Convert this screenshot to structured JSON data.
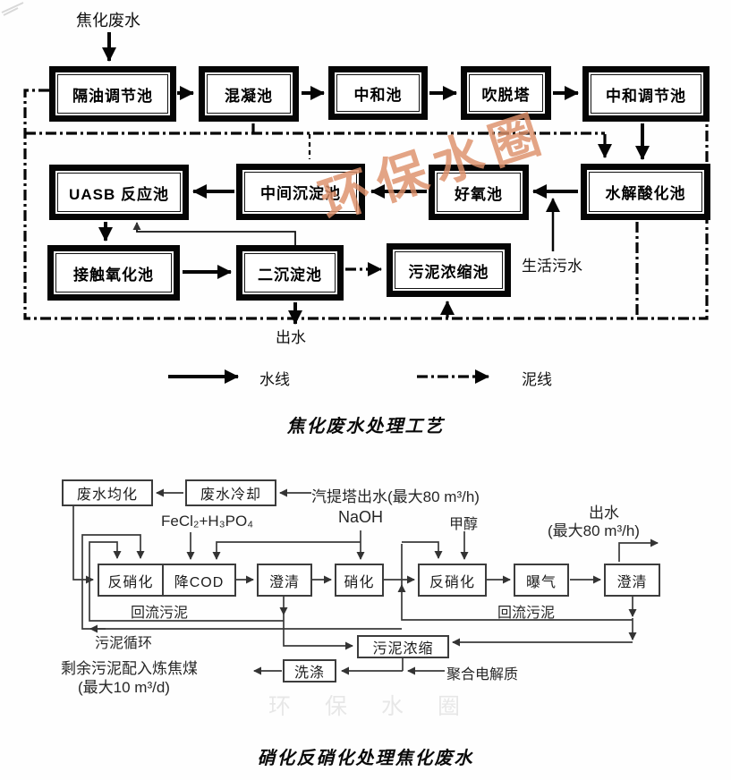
{
  "watermark": {
    "text": "环保水圈",
    "color": "#dd906a"
  },
  "diagram1": {
    "title": "焦化废水处理工艺",
    "influent_label": "焦化废水",
    "effluent_label": "出水",
    "sewage_label": "生活污水",
    "legend": {
      "water_line": "水线",
      "sludge_line": "泥线"
    },
    "nodes": [
      {
        "id": "oil-separation-tank",
        "label": "隔油调节池"
      },
      {
        "id": "coagulation-tank",
        "label": "混凝池"
      },
      {
        "id": "neutralization-tank",
        "label": "中和池"
      },
      {
        "id": "stripping-tower",
        "label": "吹脱塔"
      },
      {
        "id": "neutralization-regulating-tank",
        "label": "中和调节池"
      },
      {
        "id": "uasb-reactor",
        "label": "UASB 反应池"
      },
      {
        "id": "intermediate-settling-tank",
        "label": "中间沉淀池"
      },
      {
        "id": "aerobic-tank",
        "label": "好氧池"
      },
      {
        "id": "hydrolysis-acidification-tank",
        "label": "水解酸化池"
      },
      {
        "id": "contact-oxidation-tank",
        "label": "接触氧化池"
      },
      {
        "id": "secondary-settling-tank",
        "label": "二沉淀池"
      },
      {
        "id": "sludge-thickening-tank",
        "label": "污泥浓缩池"
      }
    ]
  },
  "diagram2": {
    "title": "硝化反硝化处理焦化废水",
    "nodes": [
      {
        "id": "wastewater-equalization",
        "label": "废水均化"
      },
      {
        "id": "wastewater-cooling",
        "label": "废水冷却"
      },
      {
        "id": "denitrification-1",
        "label": "反硝化"
      },
      {
        "id": "cod-reduction",
        "label": "降COD"
      },
      {
        "id": "clarifier-1",
        "label": "澄清"
      },
      {
        "id": "nitrification",
        "label": "硝化"
      },
      {
        "id": "denitrification-2",
        "label": "反硝化"
      },
      {
        "id": "aeration",
        "label": "曝气"
      },
      {
        "id": "clarifier-2",
        "label": "澄清"
      },
      {
        "id": "sludge-thickening",
        "label": "污泥浓缩"
      },
      {
        "id": "washing",
        "label": "洗涤"
      }
    ],
    "labels": {
      "inflow": "汽提塔出水(最大80 m³/h)",
      "fecl2": "FeCl₂+H₃PO₄",
      "naoh": "NaOH",
      "methanol": "甲醇",
      "outflow_line1": "出水",
      "outflow_line2": "(最大80 m³/h)",
      "return_sludge_1": "回流污泥",
      "return_sludge_2": "回流污泥",
      "sludge_cycle": "污泥循环",
      "surplus_line1": "剩余污泥配入炼焦煤",
      "surplus_line2": "(最大10 m³/d)",
      "polyelectrolyte": "聚合电解质"
    }
  }
}
